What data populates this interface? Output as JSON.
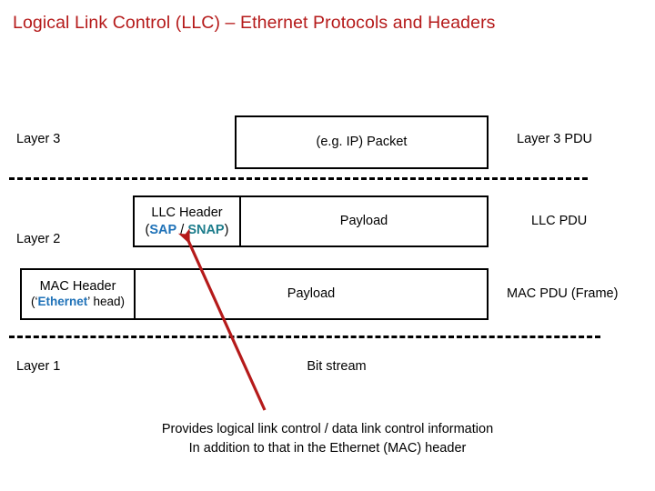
{
  "slide": {
    "title": "Logical Link Control (LLC) – Ethernet Protocols and Headers",
    "title_color": "#b51a1a"
  },
  "layers": [
    {
      "id": "layer3",
      "left_label": "Layer 3",
      "right_label": "Layer 3 PDU",
      "box": {
        "cells": [
          {
            "role": "payload",
            "text": "(e.g. IP) Packet"
          }
        ]
      }
    },
    {
      "id": "layer2-llc",
      "left_label": "Layer 2",
      "right_label": "LLC PDU",
      "box": {
        "cells": [
          {
            "role": "header",
            "line1": "LLC Header",
            "line2_open": "(",
            "line2_sap": "SAP",
            "line2_sep": " / ",
            "line2_snap": "SNAP",
            "line2_close": ")"
          },
          {
            "role": "payload",
            "text": "Payload"
          }
        ]
      }
    },
    {
      "id": "layer2-mac",
      "left_label": "",
      "right_label": "MAC PDU (Frame)",
      "box": {
        "cells": [
          {
            "role": "header",
            "line1": "MAC Header",
            "line2_open": "(‘",
            "line2_word": "Ethernet",
            "line2_close": "’ head)"
          },
          {
            "role": "payload",
            "text": "Payload"
          }
        ]
      }
    },
    {
      "id": "layer1",
      "left_label": "Layer 1",
      "right_label": "",
      "center_label": "Bit stream"
    }
  ],
  "annotation": {
    "arrow_color": "#b51a1a",
    "caption_line1": "Provides logical link control / data link control information",
    "caption_line2": "In addition to that in the Ethernet (MAC) header"
  },
  "colors": {
    "sap": "#1f72b8",
    "snap": "#1d7d8c",
    "ethernet": "#1f72b8",
    "box_border": "#000000"
  }
}
